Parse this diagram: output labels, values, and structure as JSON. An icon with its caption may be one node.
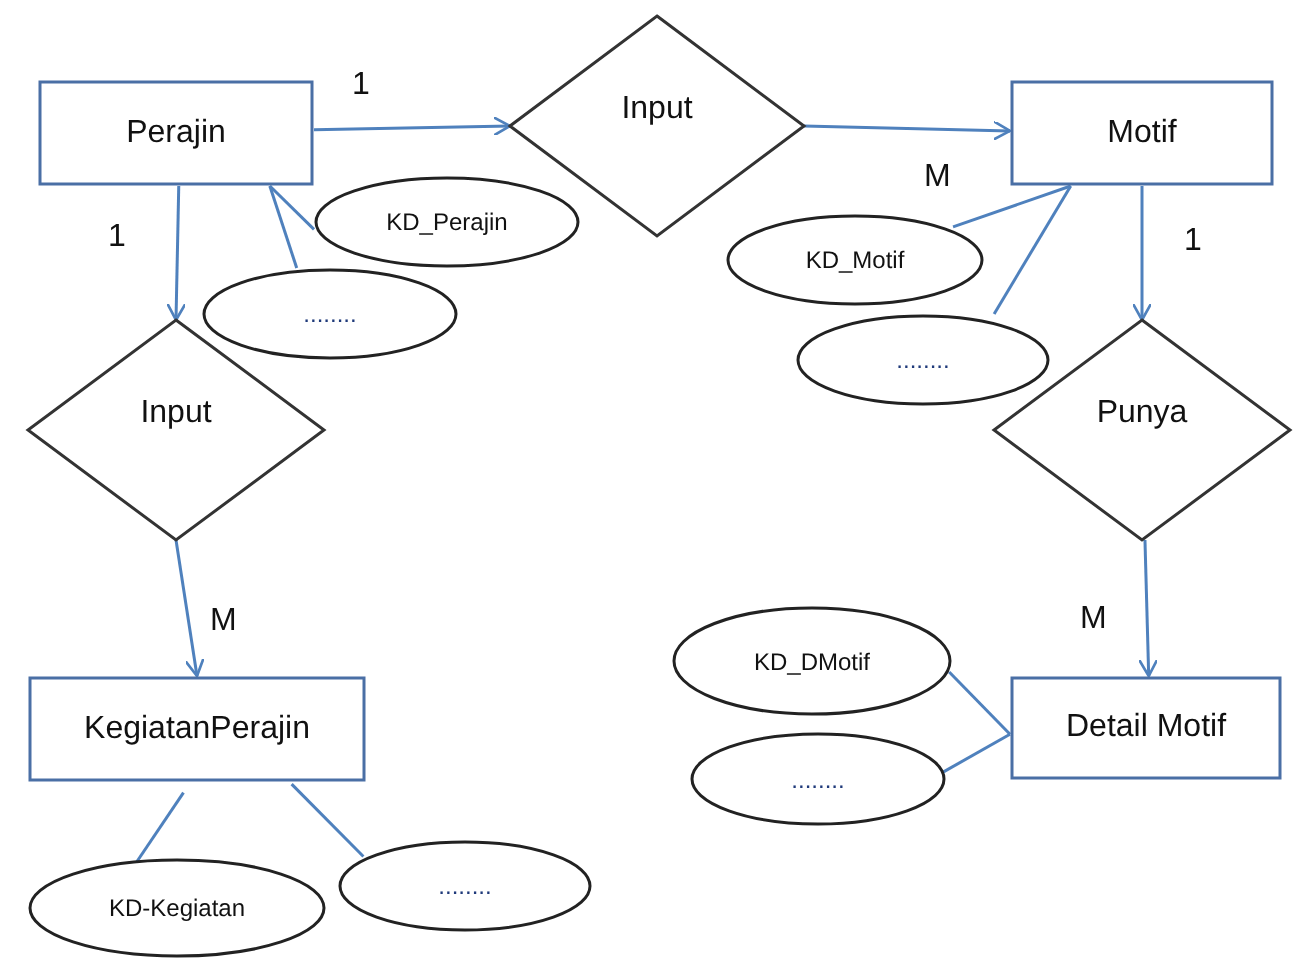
{
  "diagram": {
    "nodes": [
      {
        "text": [
          "Perajin"
        ]
      },
      {
        "text": [
          "Input"
        ]
      },
      {
        "text": [
          "Motif"
        ]
      },
      {
        "text": [
          "KD_Perajin"
        ]
      },
      {
        "text": [
          "........"
        ]
      },
      {
        "text": [
          "KD_Motif"
        ]
      },
      {
        "text": [
          "........"
        ]
      },
      {
        "text": [
          "Input"
        ]
      },
      {
        "text": [
          "Punya"
        ]
      },
      {
        "text": [
          "KegiatanPerajin"
        ]
      },
      {
        "text": [
          "KD-Kegiatan"
        ]
      },
      {
        "text": [
          "........"
        ]
      },
      {
        "text": [
          "KD_DMotif"
        ]
      },
      {
        "text": [
          "........"
        ]
      },
      {
        "text": [
          "Detail Motif"
        ]
      }
    ],
    "edges": [
      {
        "from": 0,
        "to": 1,
        "arrow": "to"
      },
      {
        "from": 1,
        "to": 2,
        "arrow": "to"
      },
      {
        "from": 0,
        "to": 7,
        "arrow": "to"
      },
      {
        "from": 7,
        "to": 9,
        "arrow": "to"
      },
      {
        "from": 2,
        "to": 8,
        "arrow": "to"
      },
      {
        "from": 8,
        "to": 14,
        "arrow": "to"
      },
      {
        "from": 0,
        "to": 3,
        "arrow": "none"
      },
      {
        "from": 0,
        "to": 4,
        "arrow": "none"
      },
      {
        "from": 2,
        "to": 5,
        "arrow": "none"
      },
      {
        "from": 2,
        "to": 6,
        "arrow": "none"
      },
      {
        "from": 9,
        "to": 10,
        "arrow": "none"
      },
      {
        "from": 9,
        "to": 11,
        "arrow": "none"
      },
      {
        "from": 14,
        "to": 12,
        "arrow": "none"
      },
      {
        "from": 14,
        "to": 13,
        "arrow": "none"
      }
    ],
    "labels": [
      "1",
      "1",
      "M",
      "1",
      "M",
      "M"
    ]
  }
}
